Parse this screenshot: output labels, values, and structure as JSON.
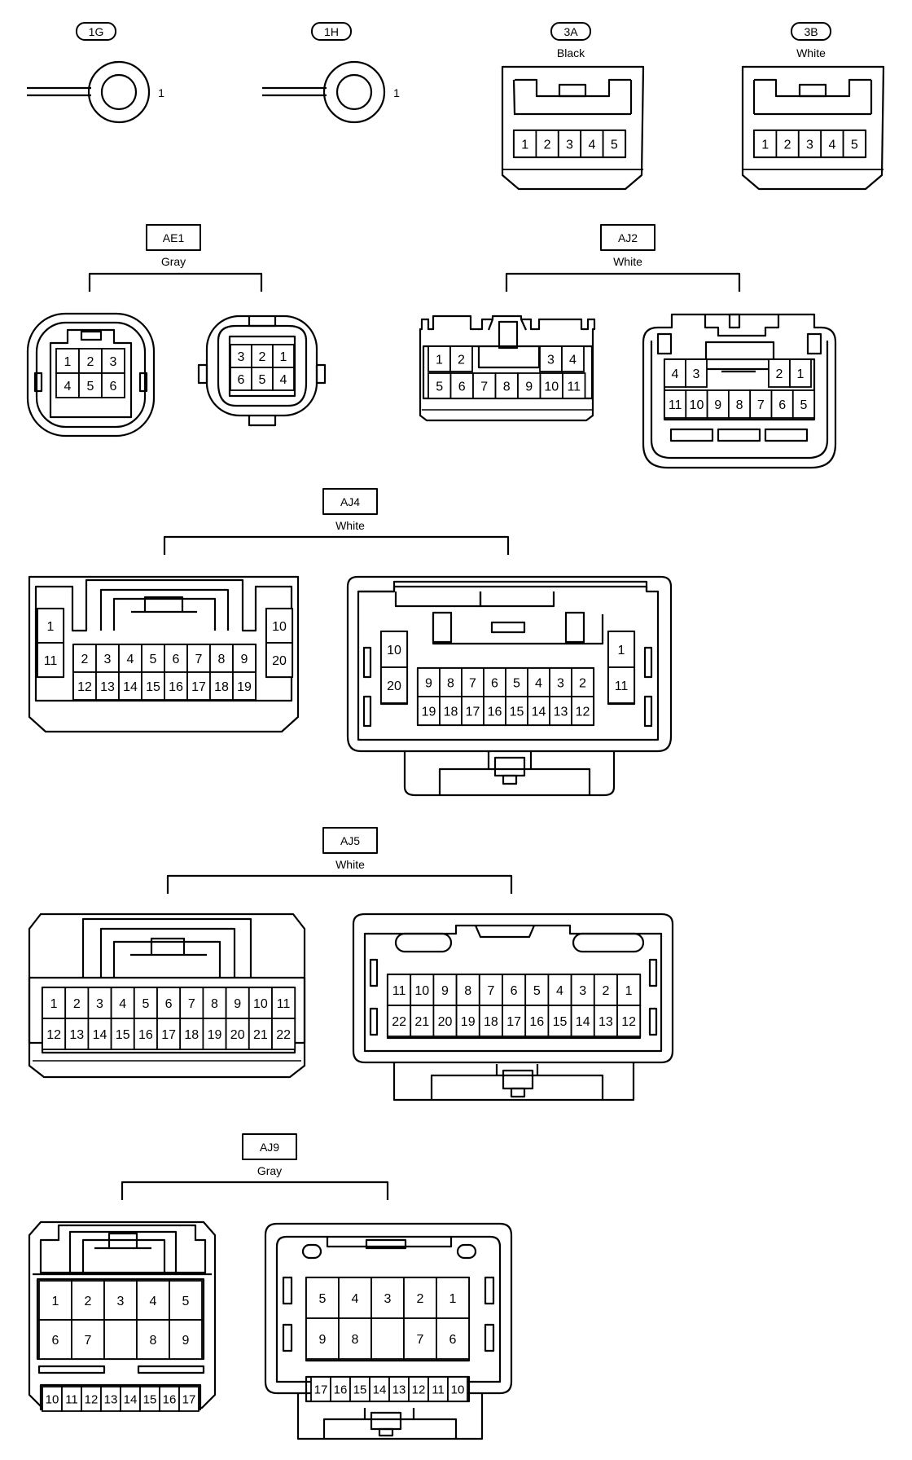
{
  "connectors": {
    "c1G": {
      "code": "1G",
      "pin": "1"
    },
    "c1H": {
      "code": "1H",
      "pin": "1"
    },
    "c3A": {
      "code": "3A",
      "color": "Black",
      "pins": [
        "1",
        "2",
        "3",
        "4",
        "5"
      ]
    },
    "c3B": {
      "code": "3B",
      "color": "White",
      "pins": [
        "1",
        "2",
        "3",
        "4",
        "5"
      ]
    },
    "AE1": {
      "code": "AE1",
      "color": "Gray",
      "left_rows": [
        [
          "1",
          "2",
          "3"
        ],
        [
          "4",
          "5",
          "6"
        ]
      ],
      "right_rows": [
        [
          "3",
          "2",
          "1"
        ],
        [
          "6",
          "5",
          "4"
        ]
      ]
    },
    "AJ2": {
      "code": "AJ2",
      "color": "White",
      "left_top": [
        "1",
        "2",
        "3",
        "4"
      ],
      "left_bottom": [
        "5",
        "6",
        "7",
        "8",
        "9",
        "10",
        "11"
      ],
      "right_top": [
        "4",
        "3",
        "2",
        "1"
      ],
      "right_bottom": [
        "11",
        "10",
        "9",
        "8",
        "7",
        "6",
        "5"
      ]
    },
    "AJ4": {
      "code": "AJ4",
      "color": "White",
      "left_side_a": [
        "1",
        "11"
      ],
      "left_top": [
        "2",
        "3",
        "4",
        "5",
        "6",
        "7",
        "8",
        "9"
      ],
      "left_bottom": [
        "12",
        "13",
        "14",
        "15",
        "16",
        "17",
        "18",
        "19"
      ],
      "left_side_b": [
        "10",
        "20"
      ],
      "right_side_a": [
        "10",
        "20"
      ],
      "right_top": [
        "9",
        "8",
        "7",
        "6",
        "5",
        "4",
        "3",
        "2"
      ],
      "right_bottom": [
        "19",
        "18",
        "17",
        "16",
        "15",
        "14",
        "13",
        "12"
      ],
      "right_side_b": [
        "1",
        "11"
      ]
    },
    "AJ5": {
      "code": "AJ5",
      "color": "White",
      "left_top": [
        "1",
        "2",
        "3",
        "4",
        "5",
        "6",
        "7",
        "8",
        "9",
        "10",
        "11"
      ],
      "left_bottom": [
        "12",
        "13",
        "14",
        "15",
        "16",
        "17",
        "18",
        "19",
        "20",
        "21",
        "22"
      ],
      "right_top": [
        "11",
        "10",
        "9",
        "8",
        "7",
        "6",
        "5",
        "4",
        "3",
        "2",
        "1"
      ],
      "right_bottom": [
        "22",
        "21",
        "20",
        "19",
        "18",
        "17",
        "16",
        "15",
        "14",
        "13",
        "12"
      ]
    },
    "AJ9": {
      "code": "AJ9",
      "color": "Gray",
      "left_row1": [
        "1",
        "2",
        "3",
        "4",
        "5"
      ],
      "left_row2": [
        "6",
        "7",
        "",
        "8",
        "9"
      ],
      "left_row3": [
        "10",
        "11",
        "12",
        "13",
        "14",
        "15",
        "16",
        "17"
      ],
      "right_row1": [
        "5",
        "4",
        "3",
        "2",
        "1"
      ],
      "right_row2": [
        "9",
        "8",
        "",
        "7",
        "6"
      ],
      "right_row3": [
        "17",
        "16",
        "15",
        "14",
        "13",
        "12",
        "11",
        "10"
      ]
    }
  }
}
